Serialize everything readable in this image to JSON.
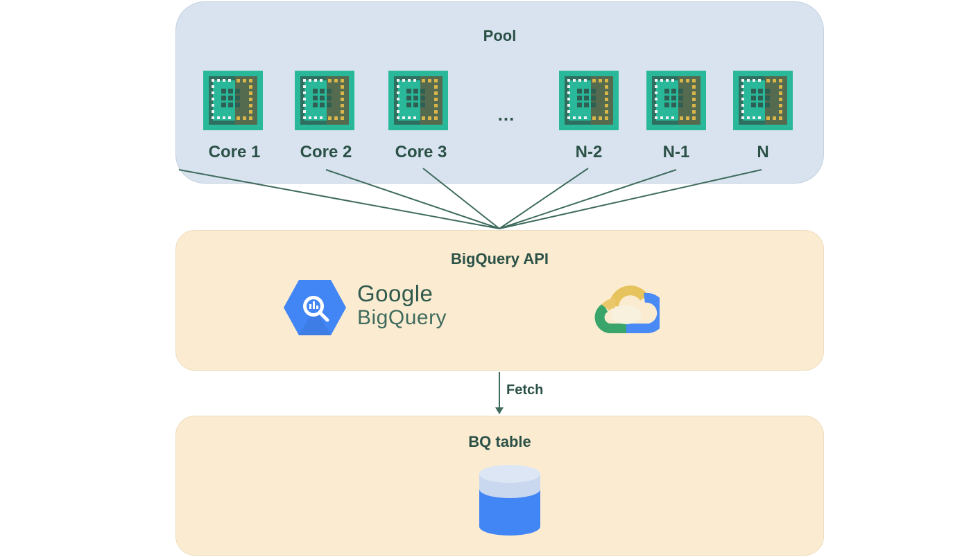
{
  "pool": {
    "title": "Pool",
    "ellipsis": "...",
    "cores": [
      {
        "label": "Core 1"
      },
      {
        "label": "Core 2"
      },
      {
        "label": "Core 3"
      },
      {
        "label": "N-2"
      },
      {
        "label": "N-1"
      },
      {
        "label": "N"
      }
    ]
  },
  "api": {
    "title": "BigQuery API",
    "logo_line1": "Google",
    "logo_line2": "BigQuery"
  },
  "flow": {
    "fetch_label": "Fetch"
  },
  "table": {
    "title": "BQ table"
  },
  "colors": {
    "pool_bg": "#d9e3ef",
    "api_bg": "#fbecd1",
    "text": "#2b5147",
    "chip_green": "#29b899",
    "chip_dark": "#2e6f5f",
    "chip_gold": "#d9b54a",
    "db_blue": "#4285f4",
    "db_top": "#c9d8ef"
  }
}
